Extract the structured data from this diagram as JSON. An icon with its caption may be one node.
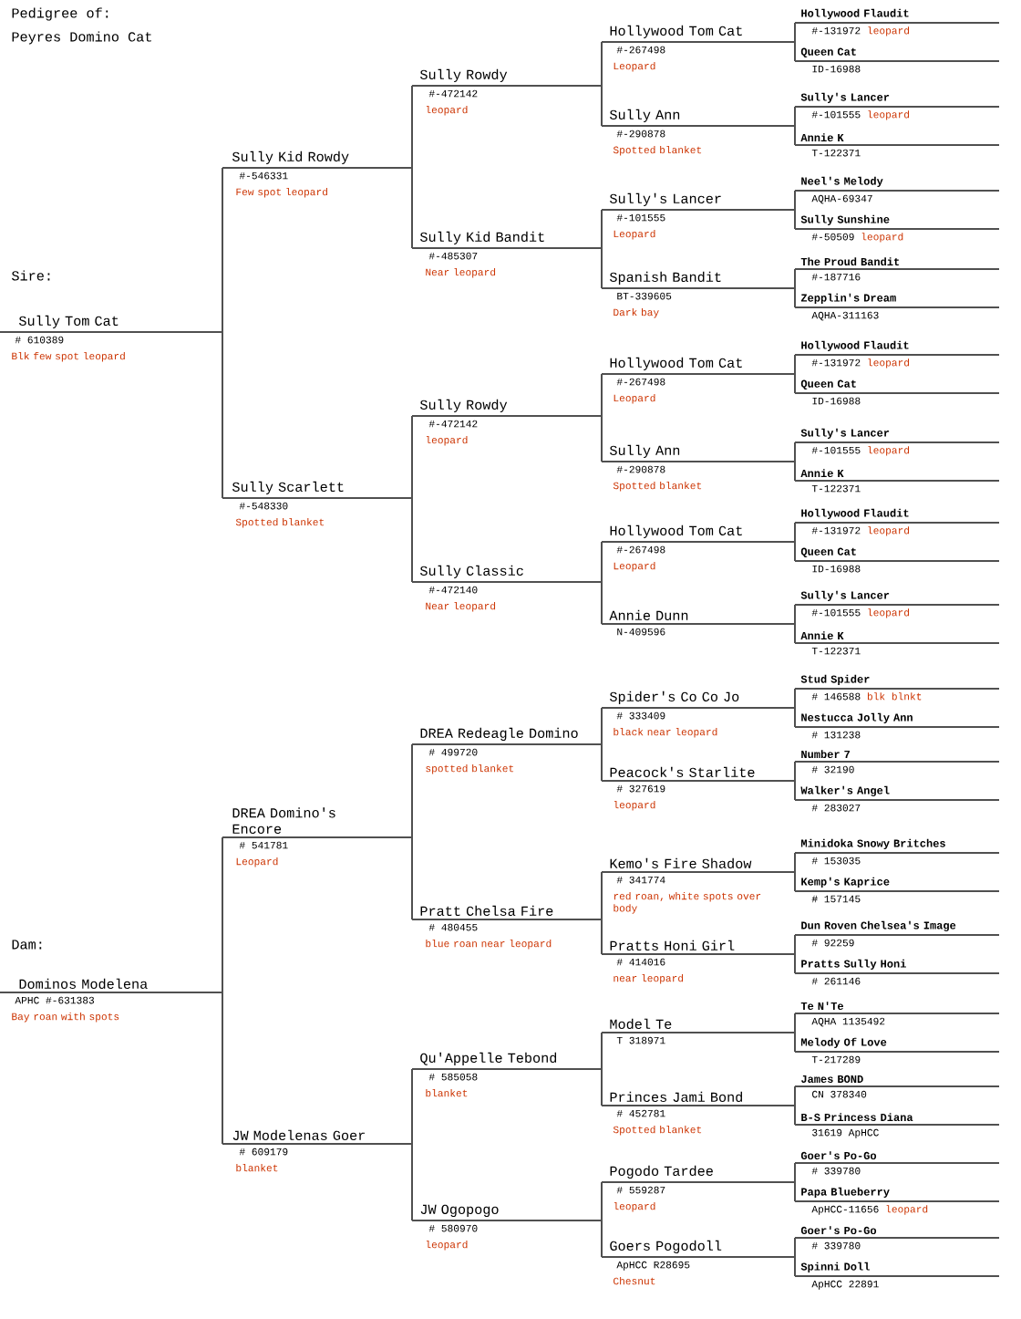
{
  "diagram": {
    "title": "Pedigree of:",
    "nodes": [
      {
        "text": [
          "Sully Tom Cat",
          "# 610389",
          "Blk few spot leopard"
        ]
      },
      {
        "text": [
          "Dominos Modelena",
          "APHC #-631383",
          "Bay roan with spots"
        ]
      },
      {
        "text": [
          "Sully Kid Rowdy",
          "#-546331",
          "Few spot leopard"
        ]
      },
      {
        "text": [
          "Sully Scarlett",
          "#-548330",
          "Spotted blanket"
        ]
      },
      {
        "text": [
          "DREA Domino's Encore",
          "# 541781",
          "Leopard"
        ]
      },
      {
        "text": [
          "JW Modelenas Goer",
          "# 609179",
          "blanket"
        ]
      },
      {
        "text": [
          "Sully Rowdy",
          "#-472142",
          "leopard"
        ]
      },
      {
        "text": [
          "Sully Kid Bandit",
          "#-485307",
          "Near leopard"
        ]
      },
      {
        "text": [
          "Sully Rowdy",
          "#-472142",
          "leopard"
        ]
      },
      {
        "text": [
          "Sully Classic",
          "#-472140",
          "Near leopard"
        ]
      },
      {
        "text": [
          "DREA Redeagle Domino",
          "# 499720",
          "spotted blanket"
        ]
      },
      {
        "text": [
          "Pratt Chelsa Fire",
          "# 480455",
          "blue roan near leopard"
        ]
      },
      {
        "text": [
          "Qu'Appelle Tebond",
          "# 585058",
          "blanket"
        ]
      },
      {
        "text": [
          "JW Ogopogo",
          "# 580970",
          "leopard"
        ]
      },
      {
        "text": [
          "Hollywood Tom Cat",
          "#-267498",
          "Leopard"
        ]
      },
      {
        "text": [
          "Sully Ann",
          "#-290878",
          "Spotted blanket"
        ]
      },
      {
        "text": [
          "Sully's Lancer",
          "#-101555",
          "Leopard"
        ]
      },
      {
        "text": [
          "Spanish Bandit",
          "BT-339605",
          "Dark bay"
        ]
      },
      {
        "text": [
          "Hollywood Tom Cat",
          "#-267498",
          "Leopard"
        ]
      },
      {
        "text": [
          "Sully Ann",
          "#-290878",
          "Spotted blanket"
        ]
      },
      {
        "text": [
          "Hollywood Tom Cat",
          "#-267498",
          "Leopard"
        ]
      },
      {
        "text": [
          "Annie Dunn",
          "N-409596"
        ]
      },
      {
        "text": [
          "Spider's Co Co Jo",
          "# 333409",
          "black near leopard"
        ]
      },
      {
        "text": [
          "Peacock's Starlite",
          "# 327619",
          "leopard"
        ]
      },
      {
        "text": [
          "Kemo's Fire Shadow",
          "# 341774",
          "red roan, white spots over body"
        ]
      },
      {
        "text": [
          "Pratts Honi Girl",
          "# 414016",
          "near leopard"
        ]
      },
      {
        "text": [
          "Model Te",
          "T 318971"
        ]
      },
      {
        "text": [
          "Princes Jami Bond",
          "# 452781",
          "Spotted blanket"
        ]
      },
      {
        "text": [
          "Pogodo Tardee",
          "# 559287",
          "leopard"
        ]
      },
      {
        "text": [
          "Goers Pogodoll",
          "ApHCC R28695",
          "Chesnut"
        ]
      },
      {
        "text": [
          "Hollywood Flaudit",
          "#-131972",
          "leopard"
        ]
      },
      {
        "text": [
          "Queen Cat",
          "ID-16988"
        ]
      },
      {
        "text": [
          "Sully's Lancer",
          "#-101555",
          "leopard"
        ]
      },
      {
        "text": [
          "Annie K",
          "T-122371"
        ]
      },
      {
        "text": [
          "Neel's Melody",
          "AQHA-69347"
        ]
      },
      {
        "text": [
          "Sully Sunshine",
          "#-50509",
          "leopard"
        ]
      },
      {
        "text": [
          "The Proud Bandit",
          "#-187716"
        ]
      },
      {
        "text": [
          "Zepplin's Dream",
          "AQHA-311163"
        ]
      },
      {
        "text": [
          "Hollywood Flaudit",
          "#-131972",
          "leopard"
        ]
      },
      {
        "text": [
          "Queen Cat",
          "ID-16988"
        ]
      },
      {
        "text": [
          "Sully's Lancer",
          "#-101555",
          "leopard"
        ]
      },
      {
        "text": [
          "Annie K",
          "T-122371"
        ]
      },
      {
        "text": [
          "Hollywood Flaudit",
          "#-131972",
          "leopard"
        ]
      },
      {
        "text": [
          "Queen Cat",
          "ID-16988"
        ]
      },
      {
        "text": [
          "Sully's Lancer",
          "#-101555",
          "leopard"
        ]
      },
      {
        "text": [
          "Annie K",
          "T-122371"
        ]
      },
      {
        "text": [
          "Stud Spider",
          "# 146588",
          "blk blnkt"
        ]
      },
      {
        "text": [
          "Nestucca Jolly Ann",
          "# 131238"
        ]
      },
      {
        "text": [
          "Number 7",
          "# 32190"
        ]
      },
      {
        "text": [
          "Walker's Angel",
          "# 283027"
        ]
      },
      {
        "text": [
          "Minidoka Snowy Britches",
          "# 153035"
        ]
      },
      {
        "text": [
          "Kemp's Kaprice",
          "# 157145"
        ]
      },
      {
        "text": [
          "Dun Roven Chelsea's Image",
          "# 92259"
        ]
      },
      {
        "text": [
          "Pratts Sully Honi",
          "# 261146"
        ]
      },
      {
        "text": [
          "Te N'Te",
          "AQHA 1135492"
        ]
      },
      {
        "text": [
          "Melody Of Love",
          "T-217289"
        ]
      },
      {
        "text": [
          "James BOND",
          "CN 378340"
        ]
      },
      {
        "text": [
          "B-S Princess Diana",
          "31619 ApHCC"
        ]
      },
      {
        "text": [
          "Goer's Po-Go",
          "# 339780"
        ]
      },
      {
        "text": [
          "Papa Blueberry",
          "ApHCC-11656",
          "leopard"
        ]
      },
      {
        "text": [
          "Goer's Po-Go",
          "# 339780"
        ]
      },
      {
        "text": [
          "Spinni Doll",
          "ApHCC 22891"
        ]
      }
    ],
    "edges": [
      {
        "from": 0,
        "to": 2,
        "arrow": "none"
      },
      {
        "from": 0,
        "to": 3,
        "arrow": "none"
      },
      {
        "from": 1,
        "to": 4,
        "arrow": "none"
      },
      {
        "from": 1,
        "to": 5,
        "arrow": "none"
      },
      {
        "from": 2,
        "to": 6,
        "arrow": "none"
      },
      {
        "from": 2,
        "to": 7,
        "arrow": "none"
      },
      {
        "from": 3,
        "to": 8,
        "arrow": "none"
      },
      {
        "from": 3,
        "to": 9,
        "arrow": "none"
      },
      {
        "from": 4,
        "to": 10,
        "arrow": "none"
      },
      {
        "from": 4,
        "to": 11,
        "arrow": "none"
      },
      {
        "from": 5,
        "to": 12,
        "arrow": "none"
      },
      {
        "from": 5,
        "to": 13,
        "arrow": "none"
      },
      {
        "from": 6,
        "to": 14,
        "arrow": "none"
      },
      {
        "from": 6,
        "to": 15,
        "arrow": "none"
      },
      {
        "from": 7,
        "to": 16,
        "arrow": "none"
      },
      {
        "from": 7,
        "to": 17,
        "arrow": "none"
      },
      {
        "from": 8,
        "to": 18,
        "arrow": "none"
      },
      {
        "from": 8,
        "to": 19,
        "arrow": "none"
      },
      {
        "from": 9,
        "to": 20,
        "arrow": "none"
      },
      {
        "from": 9,
        "to": 21,
        "arrow": "none"
      },
      {
        "from": 10,
        "to": 22,
        "arrow": "none"
      },
      {
        "from": 10,
        "to": 23,
        "arrow": "none"
      },
      {
        "from": 11,
        "to": 24,
        "arrow": "none"
      },
      {
        "from": 11,
        "to": 25,
        "arrow": "none"
      },
      {
        "from": 12,
        "to": 26,
        "arrow": "none"
      },
      {
        "from": 12,
        "to": 27,
        "arrow": "none"
      },
      {
        "from": 13,
        "to": 28,
        "arrow": "none"
      },
      {
        "from": 13,
        "to": 29,
        "arrow": "none"
      },
      {
        "from": 14,
        "to": 30,
        "arrow": "none"
      },
      {
        "from": 14,
        "to": 31,
        "arrow": "none"
      },
      {
        "from": 15,
        "to": 32,
        "arrow": "none"
      },
      {
        "from": 15,
        "to": 33,
        "arrow": "none"
      },
      {
        "from": 16,
        "to": 34,
        "arrow": "none"
      },
      {
        "from": 16,
        "to": 35,
        "arrow": "none"
      },
      {
        "from": 17,
        "to": 36,
        "arrow": "none"
      },
      {
        "from": 17,
        "to": 37,
        "arrow": "none"
      },
      {
        "from": 18,
        "to": 38,
        "arrow": "none"
      },
      {
        "from": 18,
        "to": 39,
        "arrow": "none"
      },
      {
        "from": 19,
        "to": 40,
        "arrow": "none"
      },
      {
        "from": 19,
        "to": 41,
        "arrow": "none"
      },
      {
        "from": 20,
        "to": 42,
        "arrow": "none"
      },
      {
        "from": 20,
        "to": 43,
        "arrow": "none"
      },
      {
        "from": 21,
        "to": 44,
        "arrow": "none"
      },
      {
        "from": 21,
        "to": 45,
        "arrow": "none"
      },
      {
        "from": 22,
        "to": 46,
        "arrow": "none"
      },
      {
        "from": 22,
        "to": 47,
        "arrow": "none"
      },
      {
        "from": 23,
        "to": 48,
        "arrow": "none"
      },
      {
        "from": 23,
        "to": 49,
        "arrow": "none"
      },
      {
        "from": 24,
        "to": 50,
        "arrow": "none"
      },
      {
        "from": 24,
        "to": 51,
        "arrow": "none"
      },
      {
        "from": 25,
        "to": 52,
        "arrow": "none"
      },
      {
        "from": 25,
        "to": 53,
        "arrow": "none"
      },
      {
        "from": 26,
        "to": 54,
        "arrow": "none"
      },
      {
        "from": 26,
        "to": 55,
        "arrow": "none"
      },
      {
        "from": 27,
        "to": 56,
        "arrow": "none"
      },
      {
        "from": 27,
        "to": 57,
        "arrow": "none"
      },
      {
        "from": 28,
        "to": 58,
        "arrow": "none"
      },
      {
        "from": 28,
        "to": 59,
        "arrow": "none"
      },
      {
        "from": 29,
        "to": 60,
        "arrow": "none"
      },
      {
        "from": 29,
        "to": 61,
        "arrow": "none"
      }
    ],
    "labels": [
      "Peyres Domino Cat",
      "Sire:",
      "Dam:"
    ]
  }
}
